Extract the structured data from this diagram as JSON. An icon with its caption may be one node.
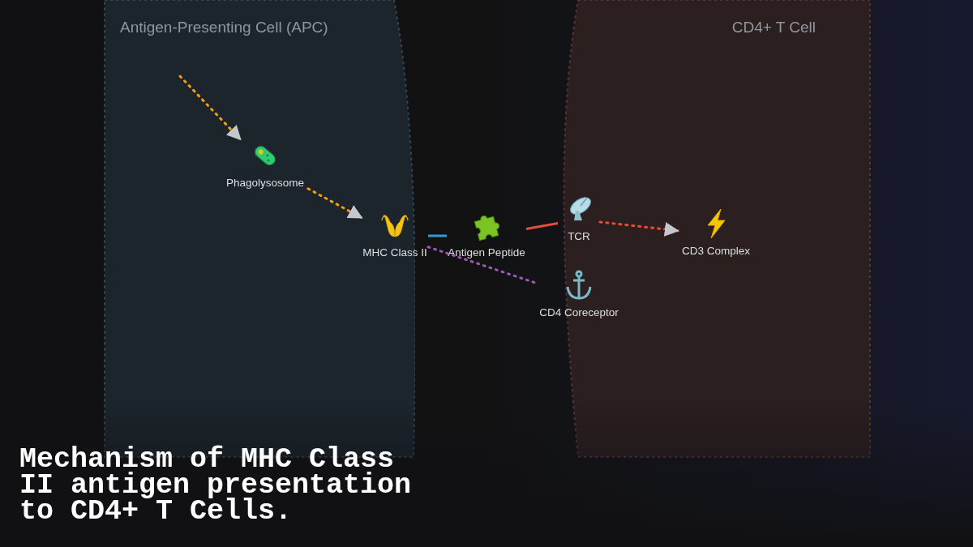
{
  "diagram": {
    "title": "Mechanism of MHC Class II antigen presentation to CD4+ T Cells.",
    "nodes": [
      {
        "text": [
          "Antigen-Presenting Cell (APC)"
        ]
      },
      {
        "text": [
          "CD4+ T Cell"
        ]
      },
      {
        "text": [
          "Phagolysosome"
        ],
        "in": 0
      },
      {
        "text": [
          "MHC Class II"
        ],
        "in": 0
      },
      {
        "text": [
          "Antigen Peptide"
        ]
      },
      {
        "text": [
          "TCR"
        ],
        "in": 1
      },
      {
        "text": [
          "CD3 Complex"
        ],
        "in": 1
      },
      {
        "text": [
          "CD4 Coreceptor"
        ]
      }
    ],
    "edges": [
      {
        "from": null,
        "to": 2,
        "arrow": "to",
        "style": "dashed",
        "color": "#f39c12"
      },
      {
        "from": 2,
        "to": 3,
        "arrow": "to",
        "style": "dashed",
        "color": "#f39c12"
      },
      {
        "from": 3,
        "to": 4,
        "arrow": "none",
        "color": "#3498db"
      },
      {
        "from": 4,
        "to": 5,
        "arrow": "none",
        "color": "#e74c3c"
      },
      {
        "from": 5,
        "to": 6,
        "arrow": "to",
        "style": "dashed",
        "color": "#e74c3c"
      },
      {
        "from": 3,
        "to": 7,
        "arrow": "none",
        "style": "dashed",
        "color": "#9b59b6"
      }
    ]
  }
}
